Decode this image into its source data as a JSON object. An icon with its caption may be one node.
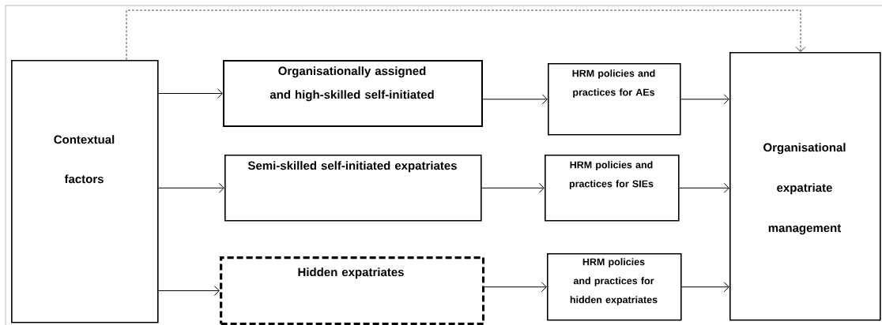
{
  "diagram": {
    "nodes": [
      {
        "text": [
          "Contextual factors"
        ]
      },
      {
        "text": [
          "Organisationally assigned and high-skilled self-initiated"
        ]
      },
      {
        "text": [
          "Semi-skilled self-initiated expatriates"
        ]
      },
      {
        "text": [
          "Hidden expatriates"
        ]
      },
      {
        "text": [
          "HRM policies and practices for AEs"
        ]
      },
      {
        "text": [
          "HRM policies and practices for SIEs"
        ]
      },
      {
        "text": [
          "HRM policies and practices for hidden expatriates"
        ]
      },
      {
        "text": [
          "Organisational expatriate management"
        ]
      }
    ],
    "edges": [
      {
        "from": 0,
        "to": 1,
        "arrow": "to"
      },
      {
        "from": 0,
        "to": 2,
        "arrow": "to"
      },
      {
        "from": 0,
        "to": 3,
        "arrow": "to"
      },
      {
        "from": 1,
        "to": 4,
        "arrow": "to"
      },
      {
        "from": 2,
        "to": 5,
        "arrow": "to"
      },
      {
        "from": 3,
        "to": 6,
        "arrow": "to"
      },
      {
        "from": 4,
        "to": 7,
        "arrow": "to"
      },
      {
        "from": 5,
        "to": 7,
        "arrow": "to"
      },
      {
        "from": 6,
        "to": 7,
        "arrow": "to"
      },
      {
        "from": 0,
        "to": 7,
        "arrow": "to",
        "style": "dashed"
      }
    ]
  }
}
